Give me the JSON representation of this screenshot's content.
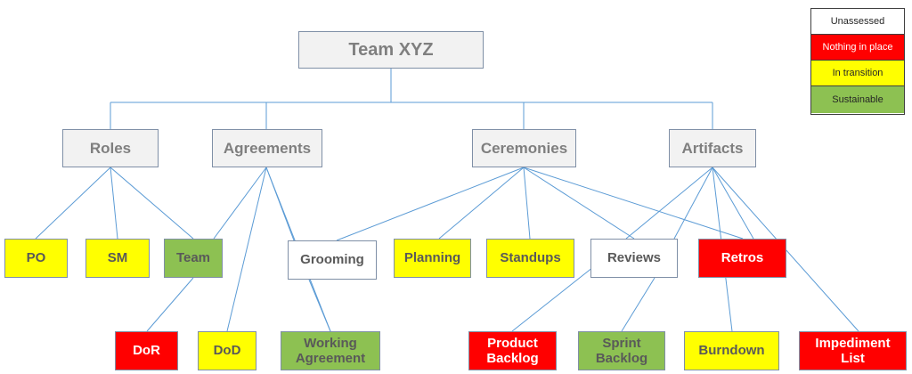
{
  "root": {
    "label": "Team XYZ"
  },
  "categories": {
    "roles": "Roles",
    "agreements": "Agreements",
    "ceremonies": "Ceremonies",
    "artifacts": "Artifacts"
  },
  "items": {
    "po": {
      "label": "PO",
      "status": "In transition"
    },
    "sm": {
      "label": "SM",
      "status": "In transition"
    },
    "team": {
      "label": "Team",
      "status": "Sustainable"
    },
    "grooming": {
      "label": "Grooming",
      "status": "Unassessed"
    },
    "planning": {
      "label": "Planning",
      "status": "In transition"
    },
    "standups": {
      "label": "Standups",
      "status": "In transition"
    },
    "reviews": {
      "label": "Reviews",
      "status": "Unassessed"
    },
    "retros": {
      "label": "Retros",
      "status": "Nothing in place"
    },
    "dor": {
      "label": "DoR",
      "status": "Nothing in place"
    },
    "dod": {
      "label": "DoD",
      "status": "In transition"
    },
    "working_agreement": {
      "label": "Working\nAgreement",
      "status": "Sustainable"
    },
    "product_backlog": {
      "label": "Product\nBacklog",
      "status": "Nothing in place"
    },
    "sprint_backlog": {
      "label": "Sprint\nBacklog",
      "status": "Sustainable"
    },
    "burndown": {
      "label": "Burndown",
      "status": "In transition"
    },
    "impediment_list": {
      "label": "Impediment\nList",
      "status": "Nothing in place"
    }
  },
  "legend": {
    "unassessed": {
      "label": "Unassessed",
      "color": "#ffffff"
    },
    "nothing": {
      "label": "Nothing in place",
      "color": "#ff0000"
    },
    "transition": {
      "label": "In transition",
      "color": "#ffff00"
    },
    "sustainable": {
      "label": "Sustainable",
      "color": "#8dc152"
    }
  },
  "colors": {
    "connector": "#5b9bd5",
    "node_border": "#7f8fa6"
  }
}
